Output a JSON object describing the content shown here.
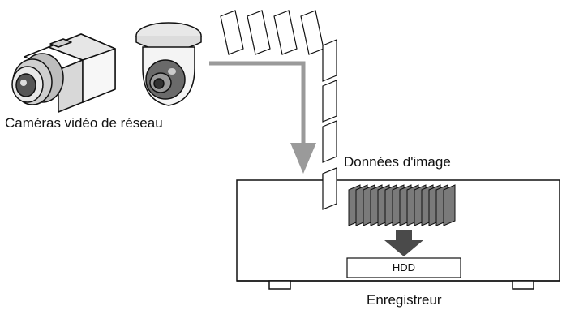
{
  "labels": {
    "cameras": "Caméras vidéo de réseau",
    "image_data": "Données d'image",
    "hdd": "HDD",
    "recorder": "Enregistreur"
  },
  "icons": {
    "box_camera": "box-camera-icon",
    "dome_camera": "dome-camera-icon",
    "recorder": "recorder-icon",
    "hard_disk": "hard-disk-icon"
  },
  "colors": {
    "line": "#111111",
    "flow_arrow": "#9a9a9a",
    "stored_frames": "#7a7a7a",
    "down_arrow": "#4a4a4a"
  }
}
